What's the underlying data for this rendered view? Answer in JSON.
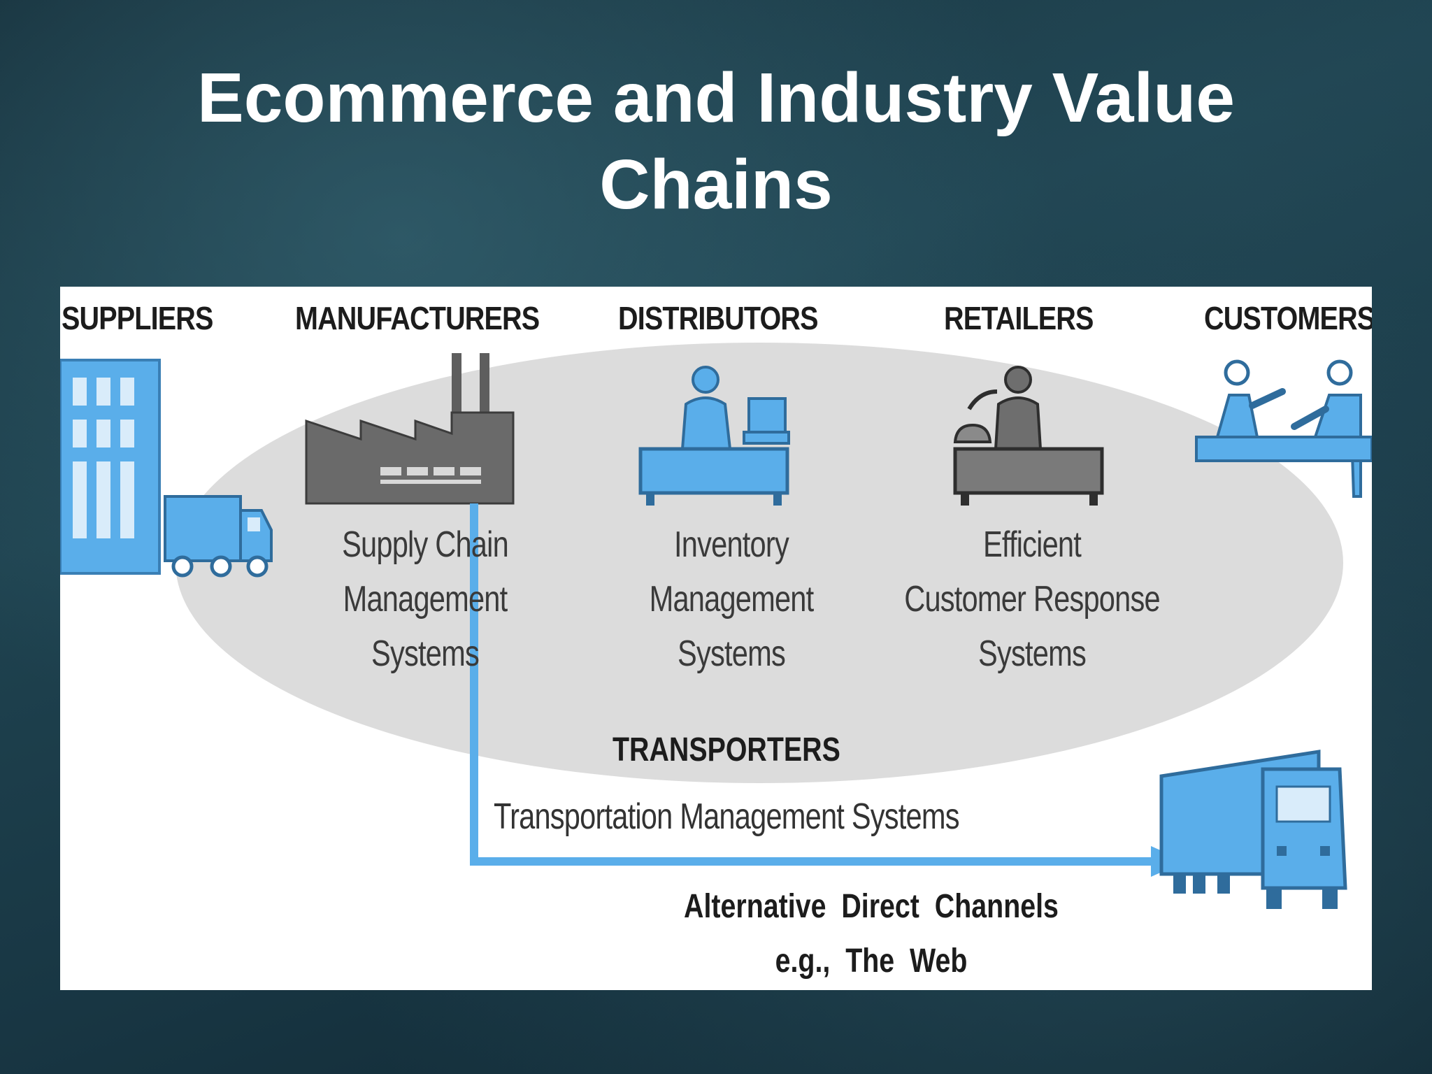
{
  "title": {
    "line1": "Ecommerce and Industry Value",
    "line2": "Chains"
  },
  "stages": {
    "suppliers": "SUPPLIERS",
    "manufacturers": "MANUFACTURERS",
    "distributors": "DISTRIBUTORS",
    "retailers": "RETAILERS",
    "customers": "CUSTOMERS"
  },
  "systems": {
    "supply_chain": [
      "Supply Chain",
      "Management",
      "Systems"
    ],
    "inventory": [
      "Inventory",
      "Management",
      "Systems"
    ],
    "ecr": [
      "Efficient",
      "Customer Response",
      "Systems"
    ]
  },
  "transporters": {
    "label": "TRANSPORTERS",
    "system": "Transportation Management Systems"
  },
  "direct_channel": {
    "line1": "Alternative  Direct  Channels",
    "line2": "e.g.,  The  Web"
  },
  "colors": {
    "background": "#1f4350",
    "panel": "#ffffff",
    "ellipse": "#dcdcdc",
    "accent_blue": "#5aaeea",
    "factory_gray": "#6a6a6a"
  },
  "icons": [
    "building-icon",
    "truck-icon",
    "factory-icon",
    "distributor-desk-icon",
    "retailer-phone-desk-icon",
    "customers-icon",
    "transport-truck-icon",
    "arrow-icon"
  ]
}
